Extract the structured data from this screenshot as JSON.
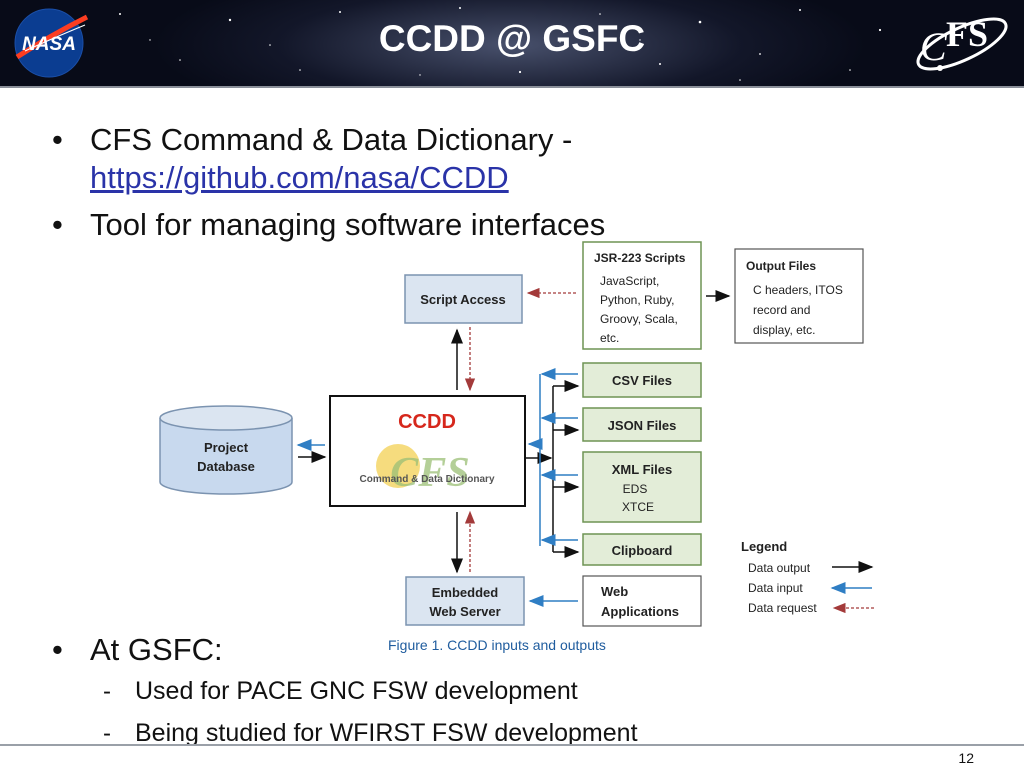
{
  "slide": {
    "title": "CCDD @ GSFC",
    "bullets": [
      {
        "text": "CFS Command & Data Dictionary -",
        "link": "https://github.com/nasa/CCDD"
      },
      {
        "text": "Tool for managing software interfaces"
      },
      {
        "text": "At GSFC:"
      }
    ],
    "sub_bullets": [
      "Used for PACE GNC FSW development",
      "Being studied for WFIRST FSW development"
    ],
    "bullet_marker": "•",
    "sub_marker": "-",
    "page_number": "12"
  },
  "logos": {
    "nasa_text": "NASA",
    "cfs_text": "FS",
    "cfs_c": "C"
  },
  "diagram": {
    "nodes": {
      "script_access": "Script Access",
      "jsr_title": "JSR-223 Scripts",
      "jsr_lines": [
        "JavaScript,",
        "Python, Ruby,",
        "Groovy, Scala,",
        "etc."
      ],
      "output_title": "Output Files",
      "output_lines": [
        "C headers, ITOS",
        "record and",
        "display, etc."
      ],
      "project_db": [
        "Project",
        "Database"
      ],
      "ccdd_title": "CCDD",
      "ccdd_logo": "CFS",
      "ccdd_subtitle": "Command & Data Dictionary",
      "csv": "CSV Files",
      "json": "JSON Files",
      "xml_title": "XML Files",
      "xml_lines": [
        "EDS",
        "XTCE"
      ],
      "clipboard": "Clipboard",
      "embedded": [
        "Embedded",
        "Web Server"
      ],
      "web_apps": [
        "Web",
        "Applications"
      ]
    },
    "legend": {
      "title": "Legend",
      "items": [
        "Data output",
        "Data input",
        "Data request"
      ]
    },
    "caption": "Figure 1.  CCDD inputs and outputs",
    "colors": {
      "box_fill_green": "#e3edd8",
      "box_border_green": "#6e9454",
      "box_fill_blue": "#dbe5f1",
      "box_border_blue": "#7b93b0",
      "input_arrow": "#2f7ec4",
      "request_arrow": "#a33a3a",
      "output_arrow": "#111111",
      "ccdd_red": "#d6271c",
      "caption_blue": "#1f5c9e"
    }
  }
}
